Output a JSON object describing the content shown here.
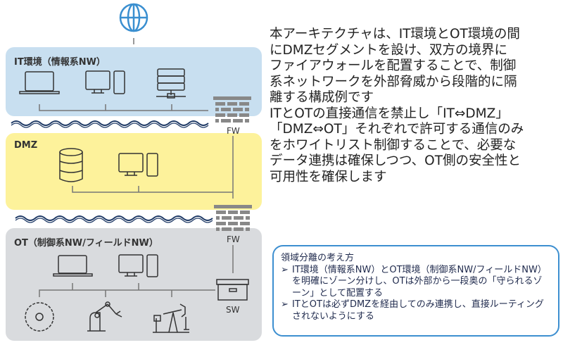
{
  "zones": {
    "it": "IT環境（情報系NW）",
    "dmz": "DMZ",
    "ot": "OT（制御系NW/フィールドNW）"
  },
  "devices": {
    "fw1": "FW",
    "fw2": "FW",
    "sw": "SW"
  },
  "colors": {
    "it": "#c8dff0",
    "dmz": "#fdf29b",
    "ot": "#d9dbde",
    "globe": "#3a8fd0",
    "wave": "#1f3a66",
    "box_border": "#3d8fd0"
  },
  "description": {
    "lines": [
      "本アーキテクチャは、IT環境とOT環境の間",
      "にDMZセグメントを設け、双方の境界に",
      "ファイアウォールを配置することで、制御",
      "系ネットワークを外部脅威から段階的に隔",
      "離する構成例です",
      "ITとOTの直接通信を禁止し「IT⇔DMZ」",
      "「DMZ⇔OT」それぞれで許可する通信のみ",
      "をホワイトリスト制御することで、必要な",
      "データ連携は確保しつつ、OT側の安全性と",
      "可用性を確保します"
    ]
  },
  "callout": {
    "title": "領域分離の考え方",
    "marker": "➢",
    "bullets": [
      "IT環境（情報系NW）とOT環境（制御系NW/フィールドNW）を明確にゾーン分けし、OTは外部から一段奥の「守られるゾーン」として配置する",
      "ITとOTは必ずDMZを経由してのみ連携し、直接ルーティングされないようにする"
    ]
  }
}
